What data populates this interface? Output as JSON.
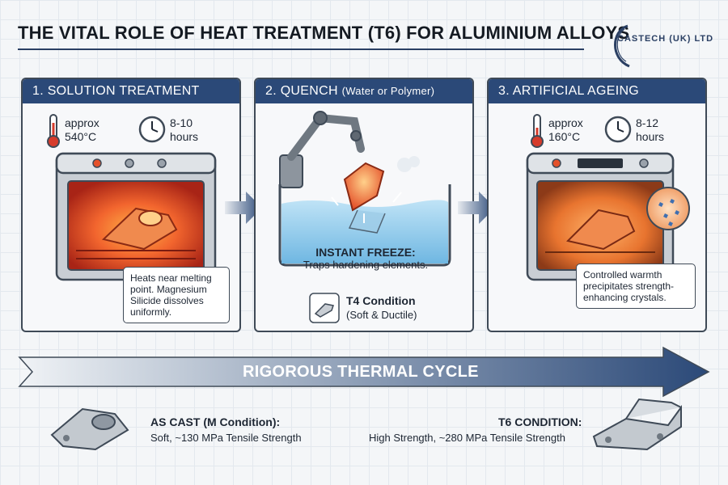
{
  "header": {
    "title": "THE VITAL ROLE OF HEAT TREATMENT (T6) FOR ALUMINIUM ALLOYS",
    "logo_text": "CASTECH (UK) LTD"
  },
  "steps": [
    {
      "heading": "1. SOLUTION TREATMENT",
      "temperature": [
        "approx",
        "540°C"
      ],
      "duration": [
        "8-10",
        "hours"
      ],
      "note": "Heats near melting point. Magnesium Silicide dissolves uniformly."
    },
    {
      "heading": "2. QUENCH",
      "heading_sub": "(Water or Polymer)",
      "freeze_title": "INSTANT FREEZE:",
      "freeze_text": "Traps hardening elements.",
      "condition_title": "T4 Condition",
      "condition_text": "(Soft & Ductile)"
    },
    {
      "heading": "3. ARTIFICIAL AGEING",
      "temperature": [
        "approx",
        "160°C"
      ],
      "duration": [
        "8-12",
        "hours"
      ],
      "note": "Controlled warmth precipitates strength-enhancing crystals."
    }
  ],
  "cycle": {
    "label": "RIGOROUS THERMAL CYCLE"
  },
  "footer": {
    "start_title": "AS CAST (M Condition):",
    "start_desc": "Soft, ~130 MPa Tensile Strength",
    "end_title": "T6 CONDITION:",
    "end_desc": "High Strength, ~280 MPa Tensile Strength"
  },
  "colors": {
    "header_blue": "#2b4978",
    "oven_hot": "#e4512a",
    "water": "#7fc3e8",
    "arrow": "#2b4978"
  }
}
